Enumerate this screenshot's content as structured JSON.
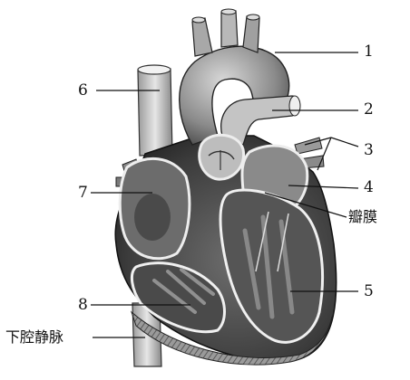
{
  "diagram": {
    "labels": {
      "l1": "1",
      "l2": "2",
      "l3": "3",
      "l4": "4",
      "valve": "瓣膜",
      "l5": "5",
      "l6": "6",
      "l7": "7",
      "l8": "8",
      "ivc": "下腔静脉"
    },
    "colors": {
      "ink": "#111111",
      "dark_tissue": "#2e2e2e",
      "mid_tissue": "#7a7a7a",
      "light_tissue": "#cfcfcf",
      "background": "#ffffff"
    }
  }
}
